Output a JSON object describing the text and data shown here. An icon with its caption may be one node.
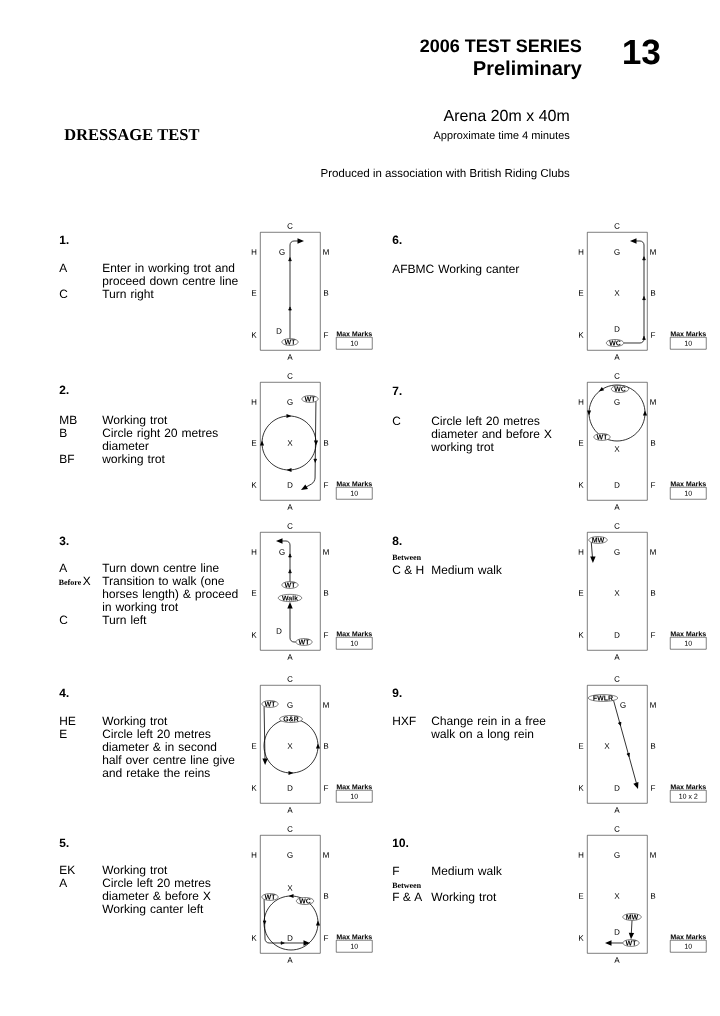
{
  "diagram": {
    "nodes": [
      {
        "text": [
          "G",
          "D"
        ],
        "beside": [
          "C",
          "H",
          "M",
          "E",
          "B",
          "K",
          "F",
          "A"
        ]
      },
      {
        "text": [
          "WT"
        ],
        "in": 0
      },
      {
        "text": [
          "Max Marks",
          "10"
        ]
      },
      {
        "text": [
          "G",
          "X",
          "D"
        ],
        "beside": [
          "C",
          "H",
          "E",
          "B",
          "K",
          "F",
          "A"
        ]
      },
      {
        "text": [
          "WT"
        ],
        "in": 3
      },
      {
        "text": [
          "Max Marks",
          "10"
        ]
      },
      {
        "text": [
          "G",
          "D"
        ],
        "beside": [
          "C",
          "H",
          "M",
          "E",
          "B",
          "K",
          "F",
          "A"
        ]
      },
      {
        "text": [
          "WT"
        ],
        "in": 6
      },
      {
        "text": [
          "Walk"
        ],
        "in": 6
      },
      {
        "text": [
          "WT"
        ],
        "in": 6
      },
      {
        "text": [
          "Max Marks",
          "10"
        ]
      },
      {
        "text": [
          "G",
          "X",
          "D"
        ],
        "beside": [
          "C",
          "M",
          "E",
          "B",
          "K",
          "F",
          "A"
        ]
      },
      {
        "text": [
          "WT"
        ],
        "in": 11
      },
      {
        "text": [
          "G&R"
        ],
        "in": 11
      },
      {
        "text": [
          "Max Marks",
          "10"
        ]
      },
      {
        "text": [
          "G",
          "X",
          "D"
        ],
        "beside": [
          "C",
          "H",
          "M",
          "B",
          "K",
          "F",
          "A"
        ]
      },
      {
        "text": [
          "WT"
        ],
        "in": 15
      },
      {
        "text": [
          "WC"
        ],
        "in": 15
      },
      {
        "text": [
          "Max Marks",
          "10"
        ]
      },
      {
        "text": [
          "G",
          "X",
          "D"
        ],
        "beside": [
          "C",
          "H",
          "M",
          "E",
          "B",
          "K",
          "F",
          "A"
        ]
      },
      {
        "text": [
          "WC"
        ],
        "in": 19
      },
      {
        "text": [
          "Max Marks",
          "10"
        ]
      },
      {
        "text": [
          "G",
          "X",
          "D"
        ],
        "beside": [
          "C",
          "H",
          "M",
          "E",
          "B",
          "K",
          "F",
          "A"
        ]
      },
      {
        "text": [
          "WC"
        ],
        "in": 22
      },
      {
        "text": [
          "WT"
        ],
        "in": 22
      },
      {
        "text": [
          "Max Marks",
          "10"
        ]
      },
      {
        "text": [
          "G",
          "X",
          "D"
        ],
        "beside": [
          "C",
          "H",
          "M",
          "E",
          "B",
          "K",
          "F",
          "A"
        ]
      },
      {
        "text": [
          "MW"
        ],
        "in": 26
      },
      {
        "text": [
          "Max Marks",
          "10"
        ]
      },
      {
        "text": [
          "G",
          "X",
          "D"
        ],
        "beside": [
          "C",
          "M",
          "E",
          "B",
          "K",
          "F",
          "A"
        ]
      },
      {
        "text": [
          "FWLR"
        ],
        "in": 29
      },
      {
        "text": [
          "Max Marks",
          "10 x 2"
        ]
      },
      {
        "text": [
          "G",
          "X",
          "D"
        ],
        "beside": [
          "C",
          "H",
          "M",
          "E",
          "B",
          "K",
          "A"
        ]
      },
      {
        "text": [
          "MW"
        ],
        "in": 32
      },
      {
        "text": [
          "WT"
        ],
        "in": 32
      },
      {
        "text": [
          "Max Marks",
          "10"
        ]
      }
    ],
    "edges": [
      {
        "from": 1,
        "to": null,
        "arrow": "to"
      },
      {
        "from": 4,
        "to": null,
        "arrow": "to"
      },
      {
        "from": 9,
        "to": 8,
        "arrow": "to"
      },
      {
        "from": 7,
        "to": null,
        "arrow": "to"
      },
      {
        "from": 12,
        "to": null,
        "arrow": "to"
      },
      {
        "from": 16,
        "to": null,
        "arrow": "to"
      },
      {
        "from": 20,
        "to": null,
        "arrow": "to"
      },
      {
        "from": 27,
        "to": null,
        "arrow": "to"
      },
      {
        "from": 30,
        "to": null,
        "arrow": "to"
      },
      {
        "from": 33,
        "to": 34,
        "arrow": "to"
      },
      {
        "from": 34,
        "to": null,
        "arrow": "to"
      }
    ],
    "labels": [
      "2006 TEST SERIES",
      "13",
      "Preliminary",
      "DRESSAGE TEST",
      "Arena 20m x 40m",
      "Approximate time 4 minutes",
      "Produced in association with British Riding Clubs",
      "1.",
      "A",
      "Enter in working trot and proceed down centre line",
      "C",
      "Turn right",
      "2.",
      "MB",
      "Working trot",
      "B",
      "Circle right 20 metres diameter",
      "BF",
      "working trot",
      "3.",
      "A",
      "Turn down centre line",
      "Before",
      "X",
      "Transition to walk (one horses length) & proceed in working trot",
      "C",
      "Turn left",
      "4.",
      "HE",
      "Working trot",
      "E",
      "Circle left 20 metres diameter & in second half over centre line give and retake the reins",
      "5.",
      "EK",
      "Working trot",
      "A",
      "Circle left 20 metres diameter & before X Working canter left",
      "6.",
      "AFBMC",
      "Working canter",
      "7.",
      "C",
      "Circle left 20 metres diameter and before X working trot",
      "8.",
      "Between",
      "C & H",
      "Medium walk",
      "9.",
      "HXF",
      "Change rein in a free walk on a long rein",
      "10.",
      "F",
      "Medium walk",
      "Between",
      "F & A",
      "Working trot"
    ]
  }
}
